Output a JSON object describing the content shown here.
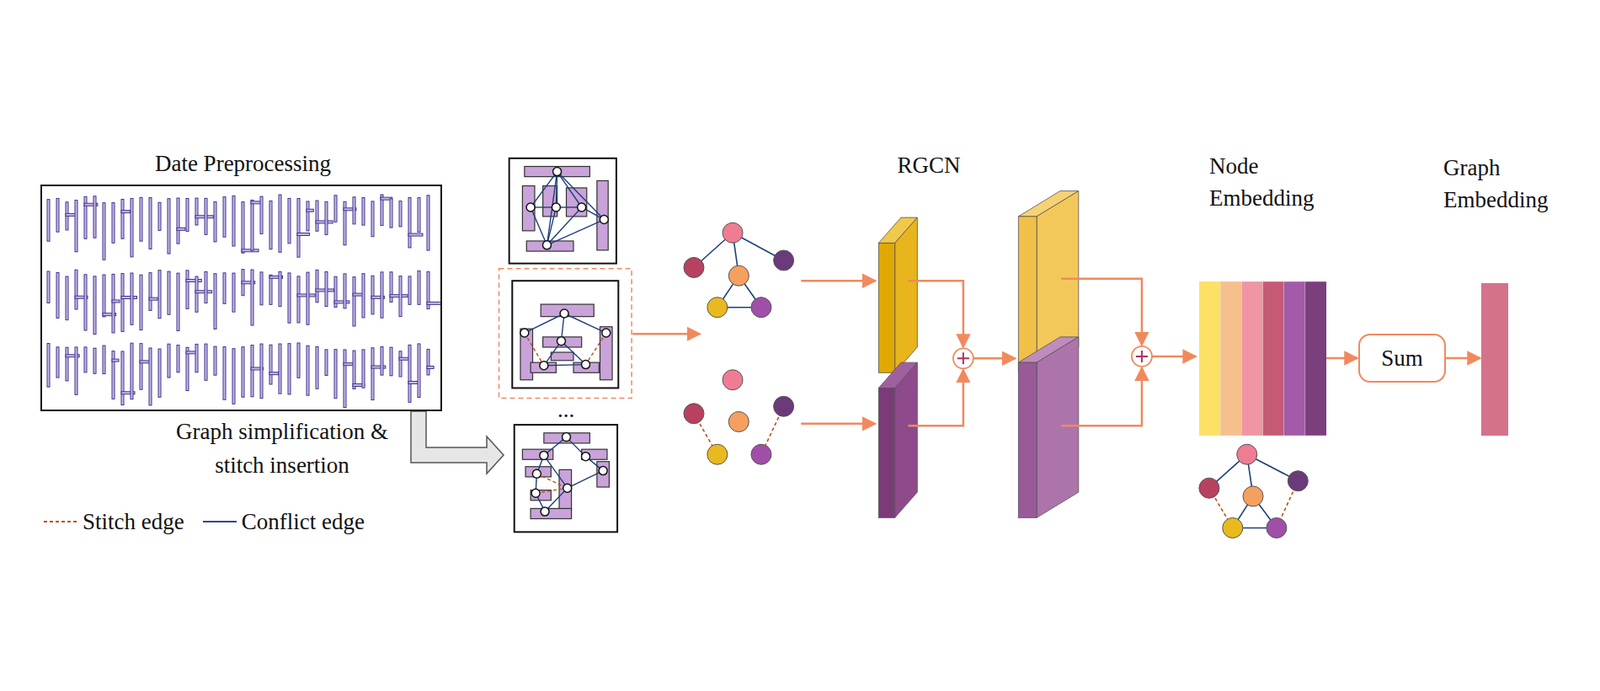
{
  "diagram": {
    "nodes": [
      {
        "text": [
          "Date Preprocessing"
        ]
      },
      {
        "text": [
          "Node Embedding"
        ]
      },
      {
        "text": [
          "Sum"
        ]
      },
      {
        "text": [
          "Graph Embedding"
        ]
      }
    ],
    "edges": [
      {
        "from": 1,
        "to": 2,
        "arrow": "to"
      },
      {
        "from": 2,
        "to": 3,
        "arrow": "to"
      }
    ],
    "labels": [
      "Graph simplification & stitch insertion",
      "...",
      "RGCN"
    ],
    "legend": [
      {
        "text": "Stitch edge"
      },
      {
        "text": "Conflict edge"
      }
    ]
  }
}
